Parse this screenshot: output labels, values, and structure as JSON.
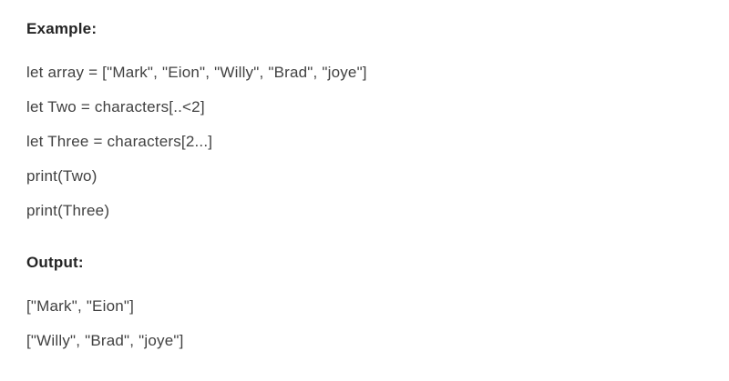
{
  "colors": {
    "background": "#ffffff",
    "heading_text": "#242424",
    "body_text": "#414141"
  },
  "document": {
    "example_heading": "Example:",
    "code_lines": [
      "let array = [\"Mark\", \"Eion\", \"Willy\", \"Brad\", \"joye\"]",
      "let Two = characters[..<2]",
      "let Three = characters[2...]",
      "print(Two)",
      "print(Three)"
    ],
    "output_heading": "Output:",
    "output_lines": [
      "[\"Mark\", \"Eion\"]",
      "[\"Willy\", \"Brad\", \"joye\"]"
    ]
  }
}
